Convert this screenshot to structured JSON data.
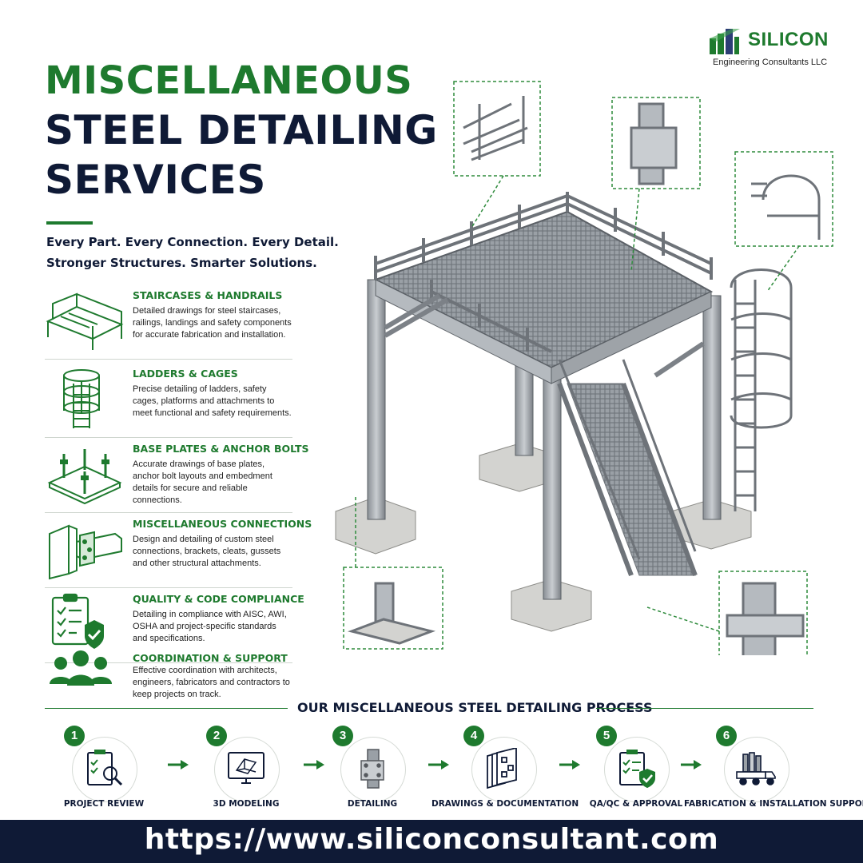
{
  "brand": {
    "name": "SILICON",
    "subtitle": "Engineering Consultants LLC",
    "green": "#1e7a2e",
    "navy": "#0f1a36"
  },
  "hero": {
    "line1": "MISCELLANEOUS",
    "line2": "STEEL DETAILING",
    "line3": "SERVICES",
    "tagline1": "Every Part. Every Connection. Every Detail.",
    "tagline2": "Stronger Structures. Smarter Solutions."
  },
  "services": [
    {
      "title": "STAIRCASES & HANDRAILS",
      "desc": "Detailed drawings for steel staircases, railings, landings and safety components for accurate fabrication and installation.",
      "icon": "staircase-icon"
    },
    {
      "title": "LADDERS & CAGES",
      "desc": "Precise detailing of ladders, safety cages, platforms and attachments to meet functional and safety requirements.",
      "icon": "ladder-cage-icon"
    },
    {
      "title": "BASE PLATES & ANCHOR BOLTS",
      "desc": "Accurate drawings of base plates, anchor bolt layouts and embedment details for secure and reliable connections.",
      "icon": "base-plate-icon"
    },
    {
      "title": "MISCELLANEOUS CONNECTIONS",
      "desc": "Design and detailing of custom steel connections, brackets, cleats, gussets and other structural attachments.",
      "icon": "connection-icon"
    },
    {
      "title": "QUALITY & CODE COMPLIANCE",
      "desc": "Detailing in compliance with AISC, AWI, OSHA and project-specific standards and specifications.",
      "icon": "clipboard-shield-icon"
    },
    {
      "title": "COORDINATION & SUPPORT",
      "desc": "Effective coordination with architects, engineers, fabricators and contractors to keep projects on track.",
      "icon": "team-icon"
    }
  ],
  "process": {
    "title": "OUR MISCELLANEOUS STEEL DETAILING PROCESS",
    "steps": [
      {
        "num": "1",
        "label": "PROJECT REVIEW",
        "icon": "clipboard-search-icon"
      },
      {
        "num": "2",
        "label": "3D MODELING",
        "icon": "monitor-model-icon"
      },
      {
        "num": "3",
        "label": "DETAILING",
        "icon": "steel-column-icon"
      },
      {
        "num": "4",
        "label": "DRAWINGS & DOCUMENTATION",
        "icon": "drawing-sheets-icon"
      },
      {
        "num": "5",
        "label": "QA/QC & APPROVAL",
        "icon": "clipboard-check-icon"
      },
      {
        "num": "6",
        "label": "FABRICATION & INSTALLATION SUPPORT",
        "icon": "truck-icon"
      }
    ]
  },
  "footer": {
    "url": "https://www.siliconconsultant.com"
  }
}
